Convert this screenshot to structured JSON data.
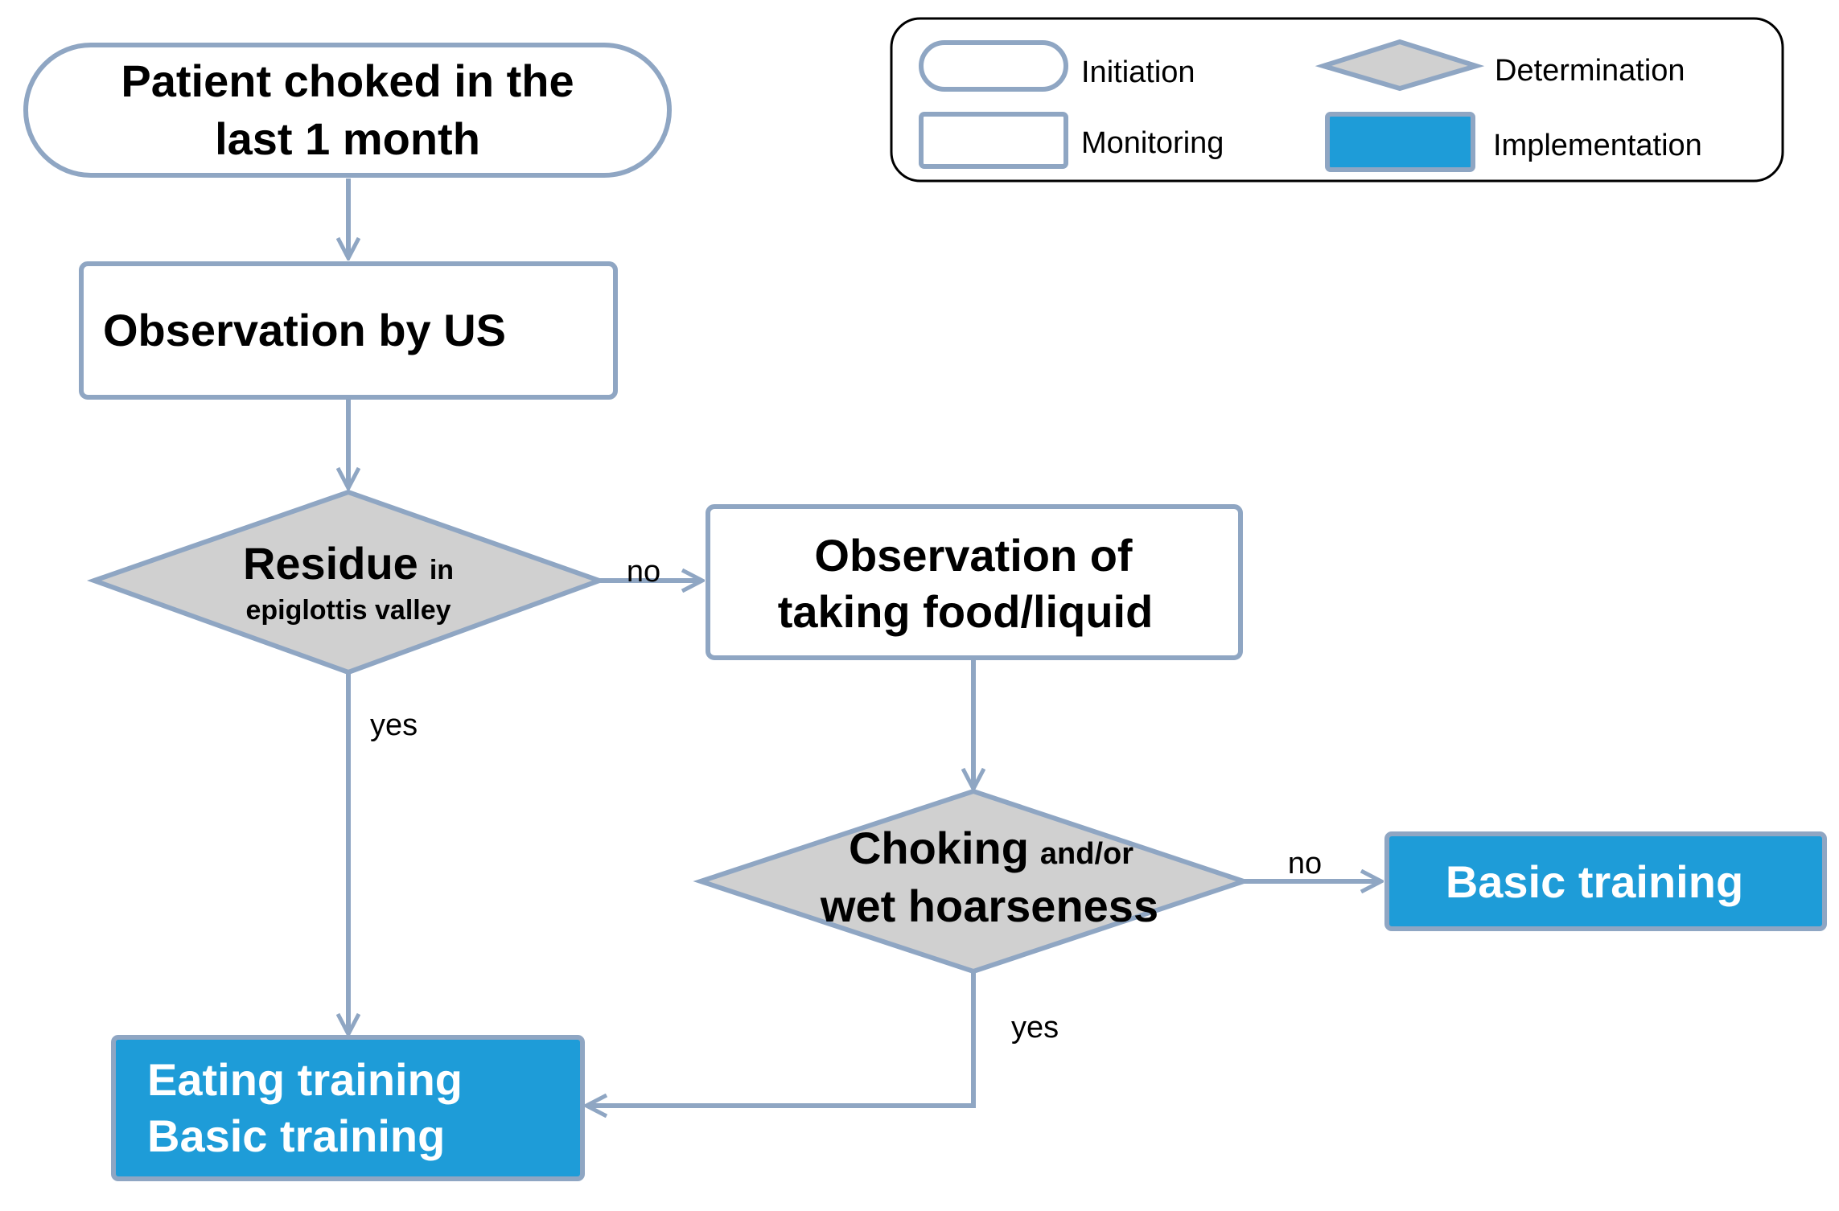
{
  "legend": {
    "initiation": "Initiation",
    "determination": "Determination",
    "monitoring": "Monitoring",
    "implementation": "Implementation"
  },
  "nodes": {
    "start": {
      "line1": "Patient choked in the",
      "line2": "last 1 month"
    },
    "observe_us": {
      "label": "Observation by US"
    },
    "residue": {
      "main": "Residue",
      "small1": "in",
      "small2": "epiglottis valley"
    },
    "observe_food": {
      "line1": "Observation of",
      "line2": "taking food/liquid"
    },
    "choking": {
      "main": "Choking",
      "small": "and/or",
      "line2": "wet hoarseness"
    },
    "basic": {
      "label": "Basic training"
    },
    "eating": {
      "line1": "Eating training",
      "line2": "Basic training"
    }
  },
  "edges": {
    "residue_no": "no",
    "residue_yes": "yes",
    "choking_no": "no",
    "choking_yes": "yes"
  },
  "colors": {
    "stroke": "#8fa6c3",
    "determination_fill": "#d0d0d0",
    "implementation_fill": "#1e9cd8"
  }
}
